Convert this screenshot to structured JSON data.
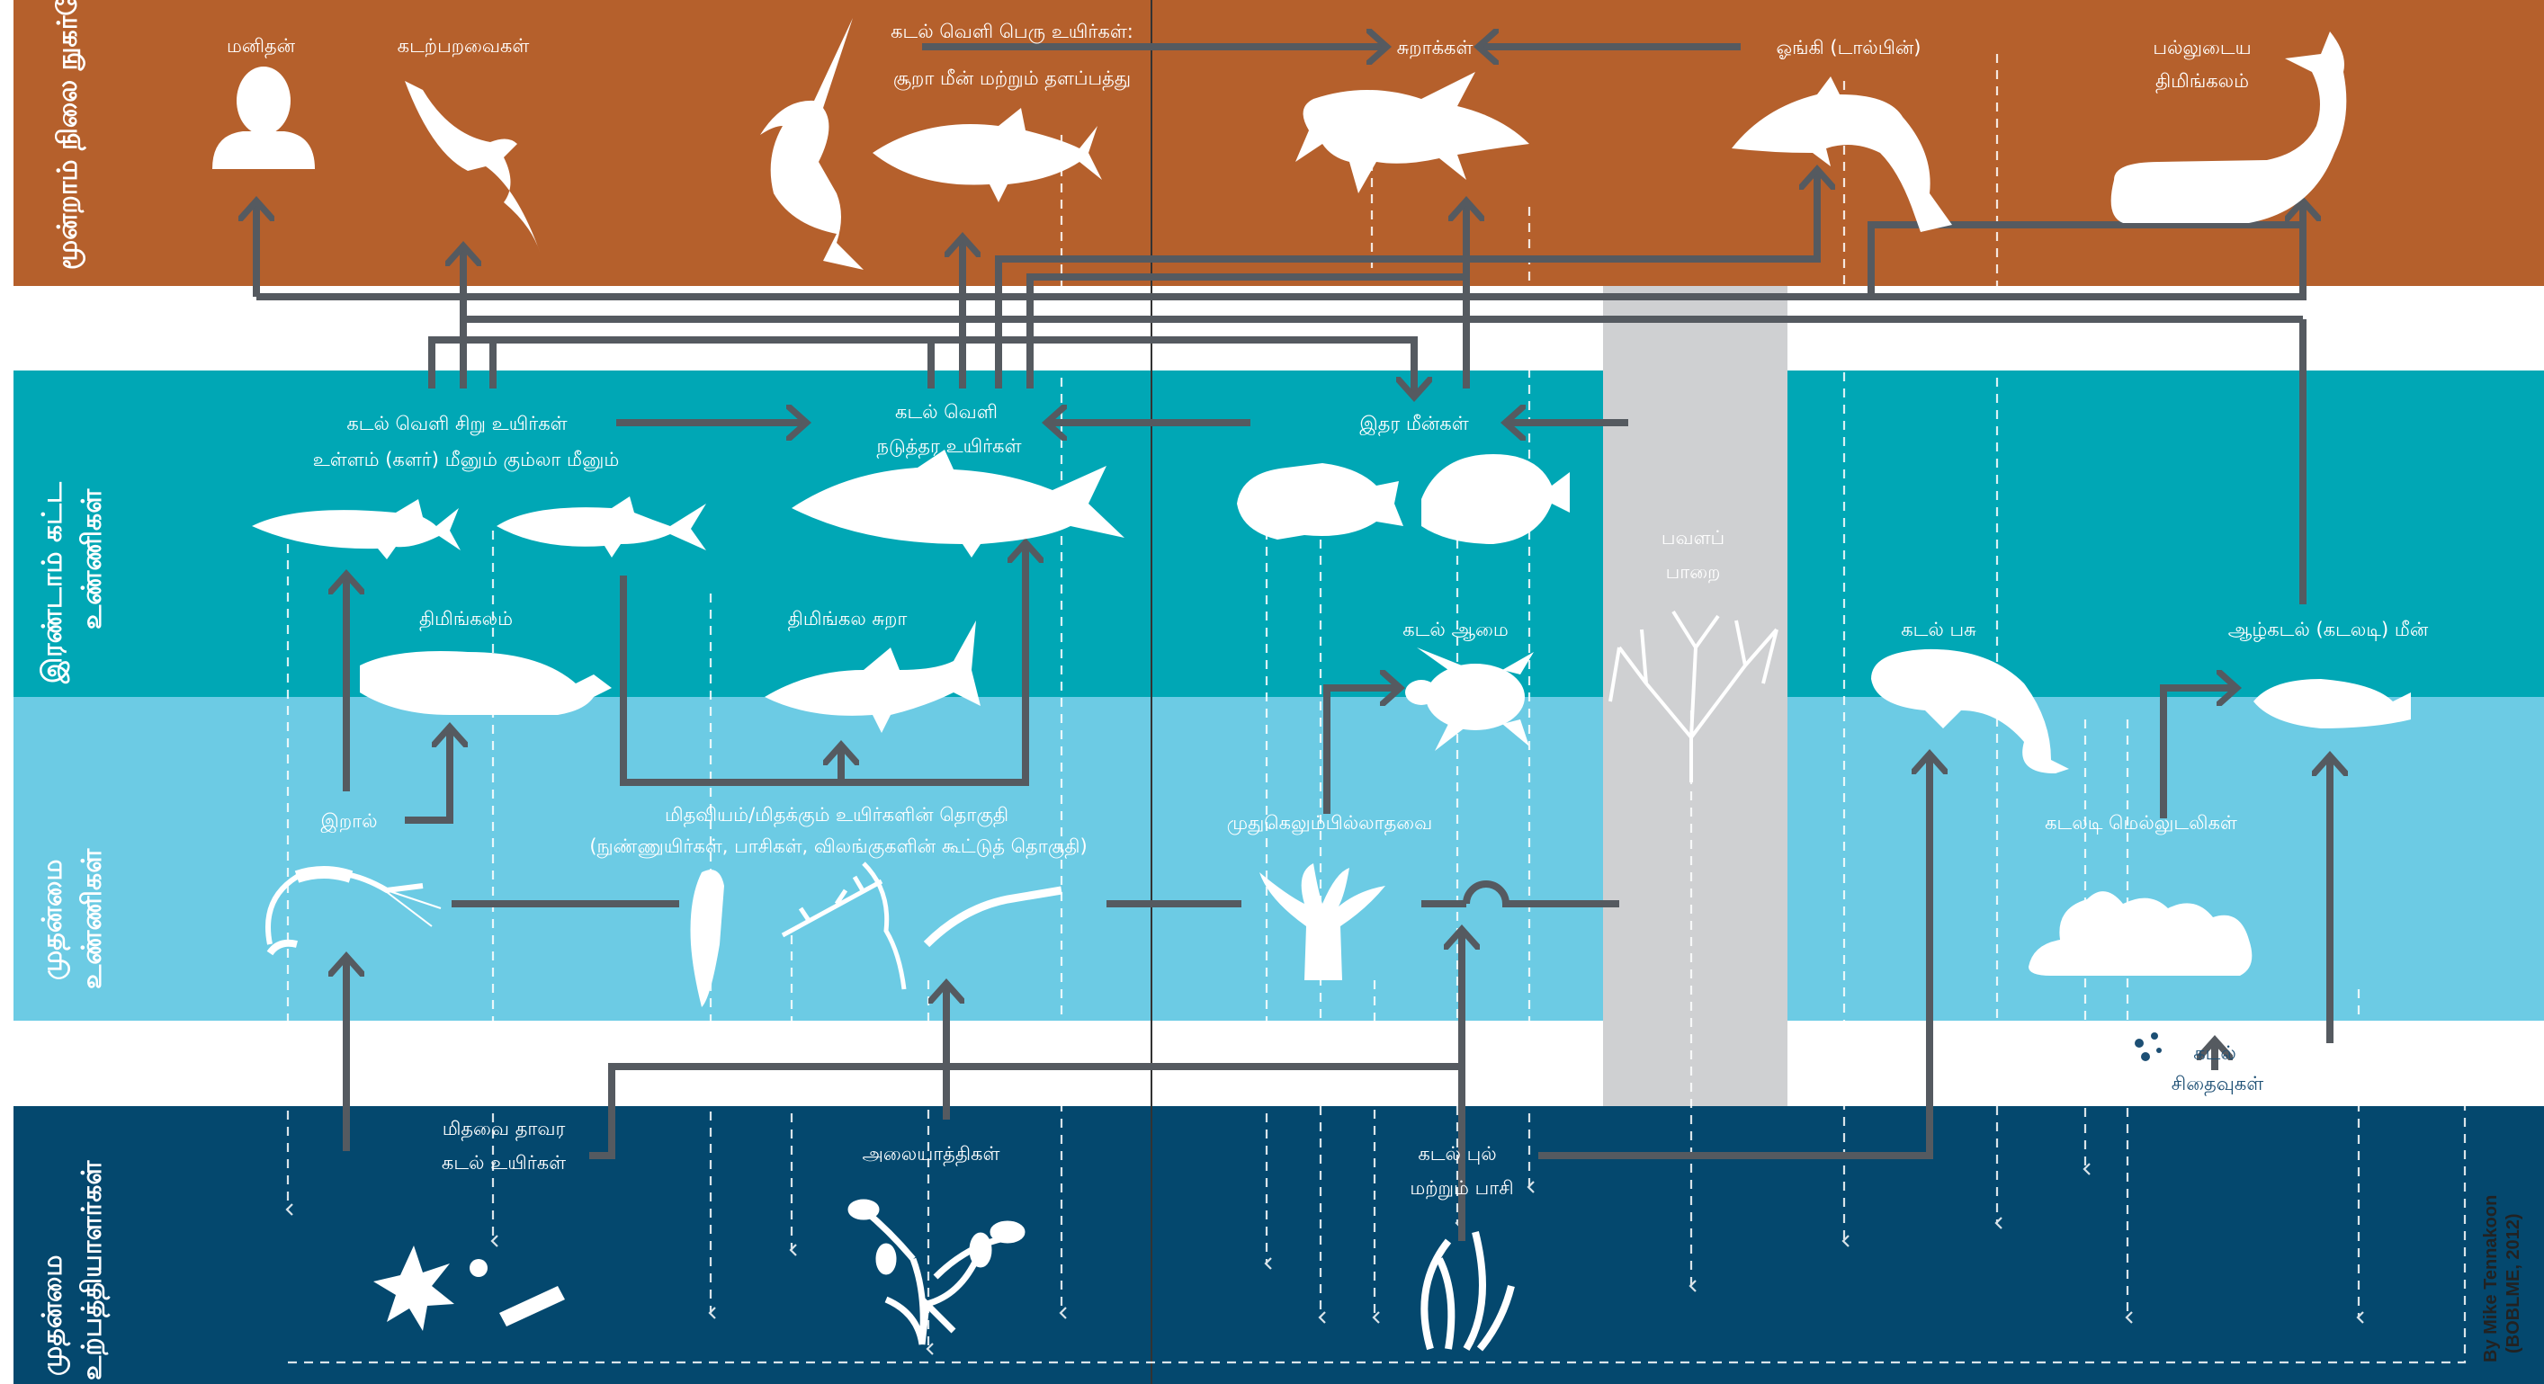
{
  "colors": {
    "tertiary": "#b5602c",
    "secondary": "#00a7b5",
    "primary_consumers": "#6ccbe4",
    "producers": "#04486e",
    "gap": "#ffffff",
    "reef_column": "#cfd0d2",
    "arrows": "#555a60"
  },
  "bands": {
    "tertiary": "மூன்றாம் நிலை நுகர்வோர்கள்",
    "secondary_line1": "இரண்டாம் கட்ட",
    "secondary_line2": "உண்ணிகள்",
    "primary_line1": "முதன்மை",
    "primary_line2": "உண்ணிகள்",
    "producers_line1": "முதன்மை",
    "producers_line2": "உற்பத்தியாளர்கள்"
  },
  "tertiary_labels": {
    "human": "மனிதன்",
    "seabirds": "கடற்பறவைகள்",
    "pelagic_large_1": "கடல் வெளி பெரு உயிர்கள்:",
    "pelagic_large_2": "சூறா மீன் மற்றும் தளப்பத்து",
    "sharks": "சுறாக்கள்",
    "dolphin": "ஓங்கி (டால்பின்)",
    "toothed_whale_1": "பல்லுடைய",
    "toothed_whale_2": "திமிங்கலம்"
  },
  "secondary_labels": {
    "small_pelagics_1": "கடல் வெளி சிறு உயிர்கள்",
    "small_pelagics_2": "உள்ளம் (களர்) மீனும் கும்லா மீனும்",
    "medium_pelagics_1": "கடல் வெளி",
    "medium_pelagics_2": "நடுத்தர உயிர்கள்",
    "other_fish": "இதர மீன்கள்",
    "coral_reef_1": "பவளப்",
    "coral_reef_2": "பாறை",
    "whale": "திமிங்கலம்",
    "whale_shark": "திமிங்கல சுறா",
    "turtle": "கடல் ஆமை",
    "dugong": "கடல் பசு",
    "demersal_fish": "ஆழ்கடல் (கடலடி) மீன்"
  },
  "primary_labels": {
    "shrimp": "இறால்",
    "zooplankton_1": "மிதவியம்/மிதக்கும் உயிர்களின் தொகுதி",
    "zooplankton_2": "(நுண்ணுயிர்கள், பாசிகள், விலங்குகளின் கூட்டுத் தொகுதி)",
    "invertebrates": "முதுகெலும்பில்லாதவை",
    "benthic": "கடலடி மெல்லுடலிகள்",
    "detritus_1": "கடல்",
    "detritus_2": "சிதைவுகள்"
  },
  "producer_labels": {
    "phytoplankton_1": "மிதவை தாவர",
    "phytoplankton_2": "கடல் உயிர்கள்",
    "mangroves": "அலையாத்திகள்",
    "seagrass_1": "கடல் புல்",
    "seagrass_2": "மற்றும் பாசி"
  },
  "credit": {
    "line1": "By Mike Tennakoon",
    "line2": "(BOBLME, 2012)"
  },
  "icons": [
    "human-icon",
    "seabird-icon",
    "swordfish-icon",
    "tuna-icon",
    "shark-icon",
    "dolphin-icon",
    "sperm-whale-icon",
    "small-fish-icon",
    "mackerel-icon",
    "large-pelagic-fish-icon",
    "grouper-icon",
    "flatfish-icon",
    "coral-icon",
    "whale-icon",
    "whale-shark-icon",
    "turtle-icon",
    "dugong-icon",
    "demersal-fish-icon",
    "shrimp-icon",
    "copepod-icon",
    "larva-icon",
    "anemone-icon",
    "soft-coral-icon",
    "detritus-icon",
    "diatom-icon",
    "mangrove-icon",
    "seaweed-icon"
  ]
}
